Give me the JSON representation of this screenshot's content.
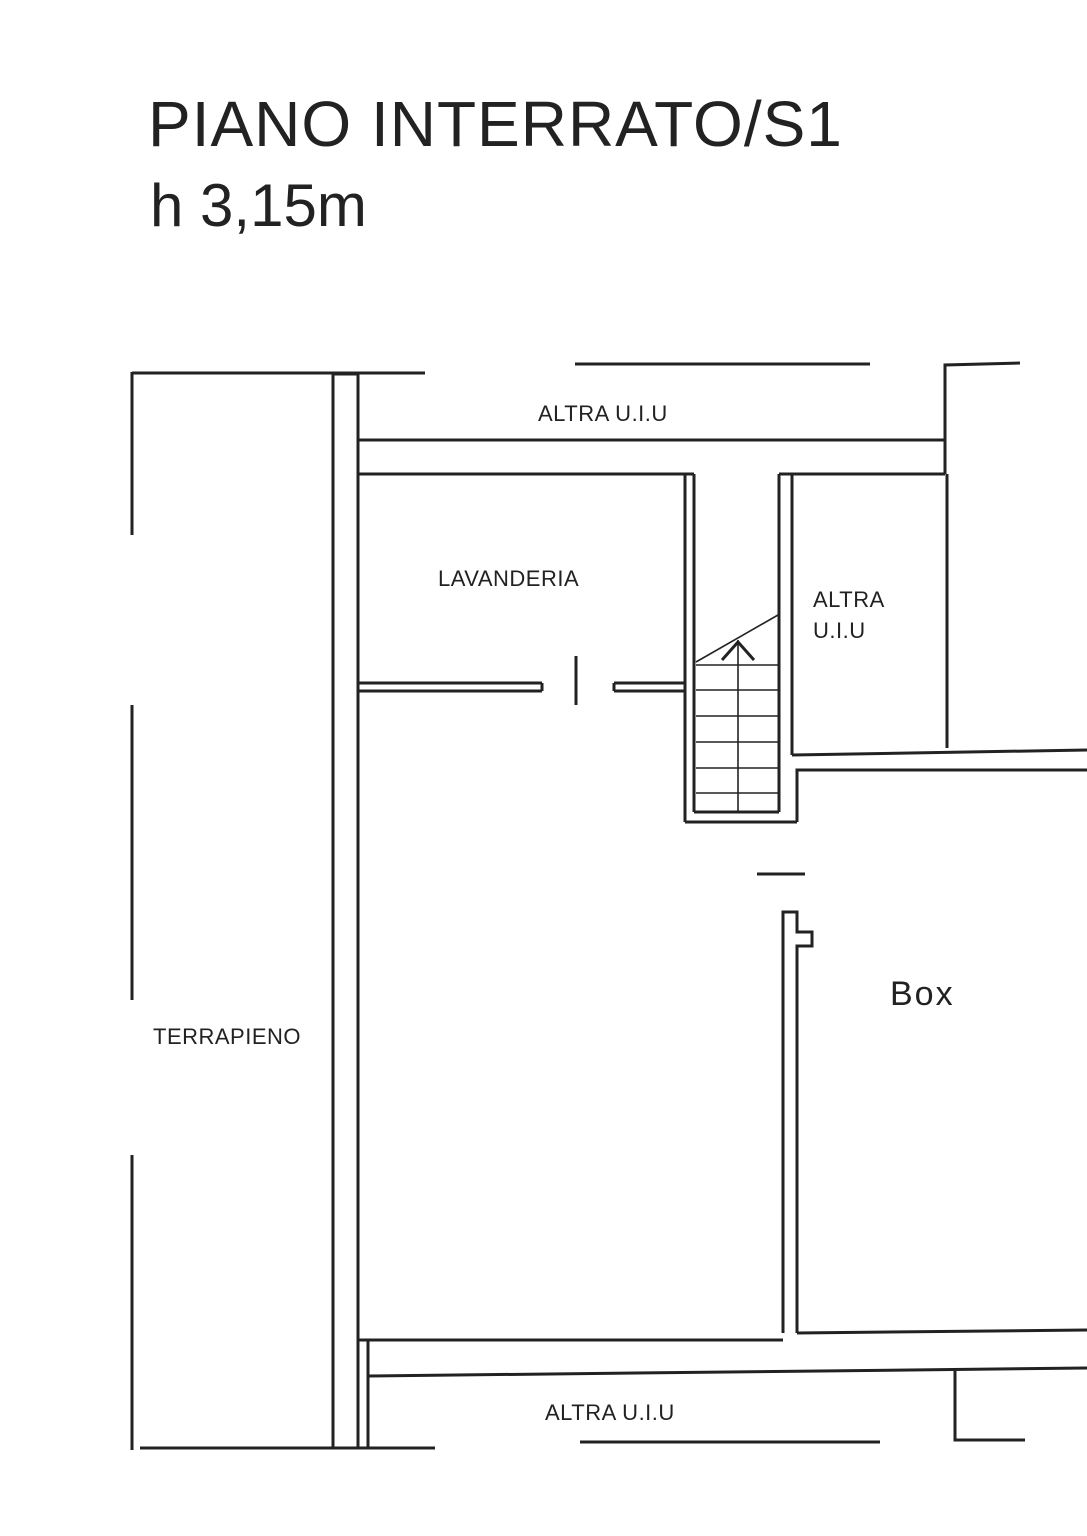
{
  "plan": {
    "title": "PIANO INTERRATO/S1",
    "height_label": "h 3,15m"
  },
  "rooms": {
    "altra_top": "ALTRA U.I.U",
    "lavanderia": "LAVANDERIA",
    "altra_right_line1": "ALTRA",
    "altra_right_line2": "U.I.U",
    "box": "Box",
    "terrapieno": "TERRAPIENO",
    "altra_bottom": "ALTRA U.I.U"
  }
}
